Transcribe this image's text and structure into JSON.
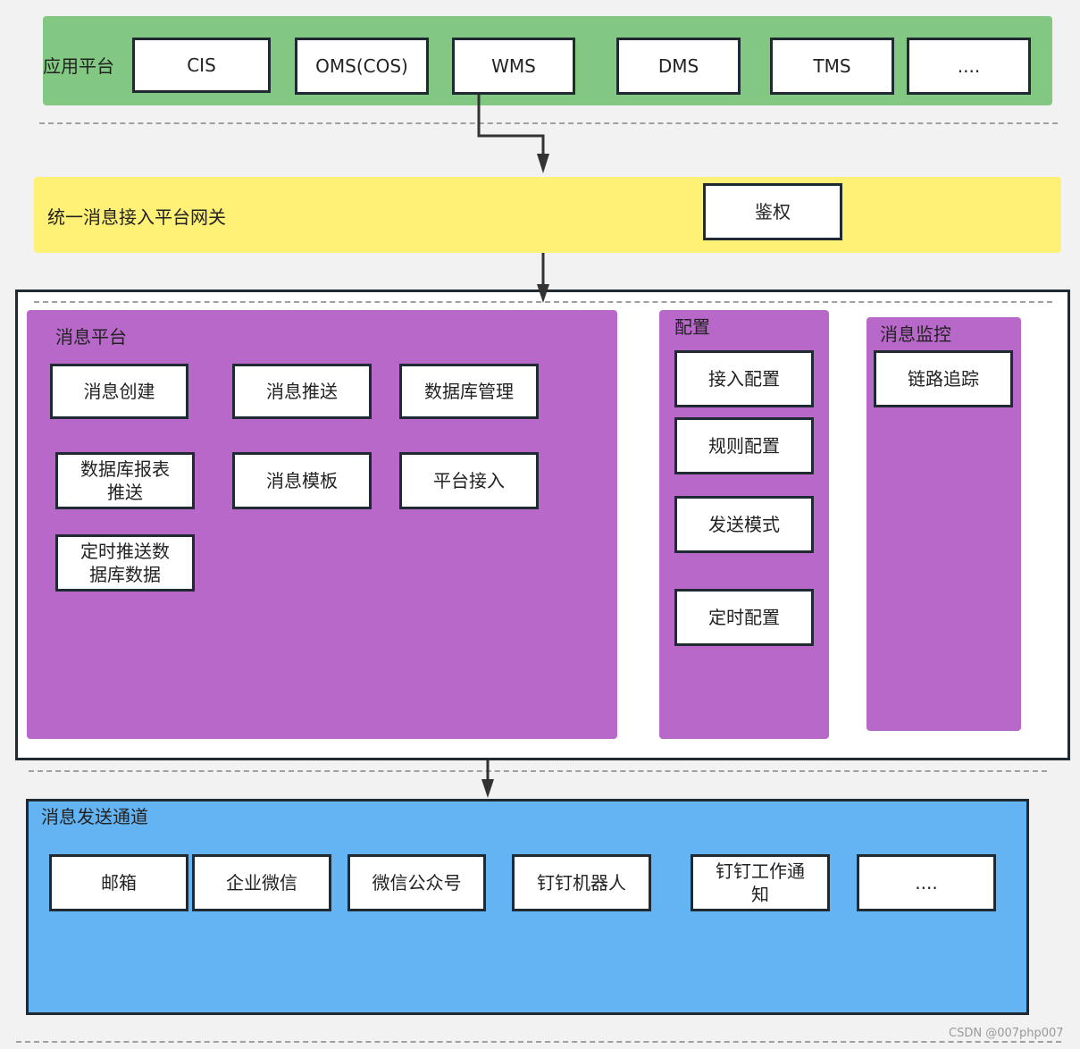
{
  "app_platform": {
    "label": "应用平台",
    "items": [
      "CIS",
      "OMS(COS)",
      "WMS",
      "DMS",
      "TMS",
      "...."
    ]
  },
  "gateway": {
    "label": "统一消息接入平台网关",
    "auth": "鉴权"
  },
  "message_platform": {
    "label": "消息平台",
    "items": [
      "消息创建",
      "消息推送",
      "数据库管理",
      "数据库报表推送",
      "消息模板",
      "平台接入",
      "定时推送数据库数据"
    ]
  },
  "config": {
    "label": "配置",
    "items": [
      "接入配置",
      "规则配置",
      "发送模式",
      "定时配置"
    ]
  },
  "monitor": {
    "label": "消息监控",
    "items": [
      "链路追踪"
    ]
  },
  "channels": {
    "label": "消息发送通道",
    "items": [
      "邮箱",
      "企业微信",
      "微信公众号",
      "钉钉机器人",
      "钉钉工作通知",
      "...."
    ]
  },
  "colors": {
    "app_bg": "#82c882",
    "gateway_bg": "#fff176",
    "purple": "#b868c8",
    "channel_bg": "#64b4f4",
    "border": "#1f2a33"
  },
  "watermark": "CSDN @007php007"
}
